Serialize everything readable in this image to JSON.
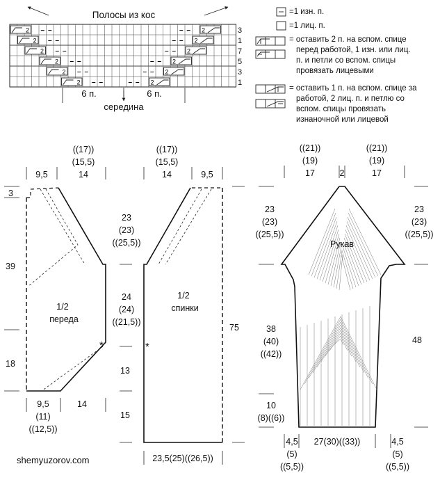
{
  "chart": {
    "title": "Полосы из кос",
    "row_numbers": [
      "3",
      "1",
      "7",
      "5",
      "3",
      "1"
    ],
    "cable_number": "2",
    "purl_mark": "–",
    "width_left": "6 п.",
    "width_right": "6 п.",
    "center_label": "середина"
  },
  "legend": {
    "purl": "=1 изн. п.",
    "knit": "=1 лиц. п.",
    "cable_front_lines": [
      "= оставить 2 п. на вспом. спице",
      "перед работой, 1 изн. или лиц.",
      "п. и петли со вспом. спицы",
      "провязать лицевыми"
    ],
    "cable_back_lines": [
      "= оставить 1 п. на вспом. спице за",
      "работой, 2 лиц. п. и петлю со",
      "вспом. спицы провязать",
      "изнаночной или лицевой"
    ]
  },
  "front": {
    "title_lines": [
      "1/2",
      "переда"
    ],
    "top_widths": [
      "((17))",
      "(15,5)",
      "14"
    ],
    "top_left": "9,5",
    "left_3": "3",
    "left_39": "39",
    "left_18": "18",
    "bottom_left": [
      "9,5",
      "(11)",
      "((12,5))"
    ],
    "bottom_right": "14",
    "mark": "*"
  },
  "center_dims": {
    "top": [
      "23",
      "(23)",
      "((25,5))"
    ],
    "mid": [
      "24",
      "(24)",
      "((21,5))"
    ],
    "low": "13",
    "bottom": "15"
  },
  "back": {
    "title_lines": [
      "1/2",
      "спинки"
    ],
    "top_widths": [
      "((17))",
      "(15,5)",
      "14"
    ],
    "top_right": "9,5",
    "right_75": "75",
    "bottom": "23,5(25)((26,5))",
    "mark": "*"
  },
  "sleeve": {
    "title": "Рукав",
    "top_left": [
      "((21))",
      "(19)",
      "17"
    ],
    "top_center": "2",
    "top_right": [
      "((21))",
      "(19)",
      "17"
    ],
    "left_cap": [
      "23",
      "(23)",
      "((25,5))"
    ],
    "right_cap": [
      "23",
      "(23)",
      "((25,5))"
    ],
    "left_mid": [
      "38",
      "(40)",
      "((42))"
    ],
    "left_low": [
      "10",
      "(8)((6))"
    ],
    "right_48": "48",
    "bottom_left": [
      "4,5",
      "(5)",
      "((5,5))"
    ],
    "bottom_center": "27(30)((33))",
    "bottom_right": [
      "4,5",
      "(5)",
      "((5,5))"
    ]
  },
  "footer": "shemyuzorov.com"
}
